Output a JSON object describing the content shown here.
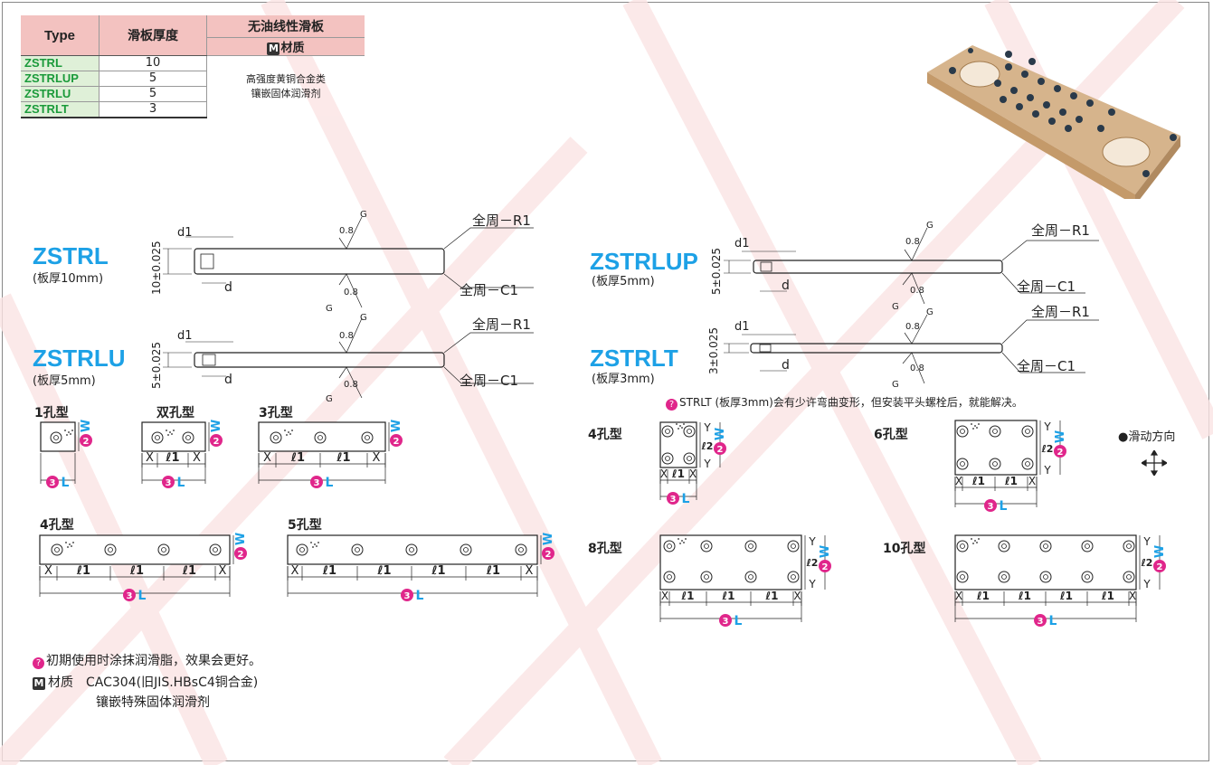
{
  "spec_table": {
    "headers": {
      "type": "Type",
      "thickness": "滑板厚度",
      "material_title": "无油线性滑板",
      "material_m": "M",
      "material_sub": "材质"
    },
    "rows": [
      {
        "type": "ZSTRL",
        "thickness": "10"
      },
      {
        "type": "ZSTRLUP",
        "thickness": "5"
      },
      {
        "type": "ZSTRLU",
        "thickness": "5"
      },
      {
        "type": "ZSTRLT",
        "thickness": "3"
      }
    ],
    "material_line1": "高强度黄铜合金类",
    "material_line2": "镶嵌固体润滑剂"
  },
  "models": [
    {
      "name": "ZSTRL",
      "thickness": "(板厚10mm)",
      "tol": "10±0.025"
    },
    {
      "name": "ZSTRLU",
      "thickness": "(板厚5mm)",
      "tol": "5±0.025"
    },
    {
      "name": "ZSTRLUP",
      "thickness": "(板厚5mm)",
      "tol": "5±0.025"
    },
    {
      "name": "ZSTRLT",
      "thickness": "(板厚3mm)",
      "tol": "3±0.025"
    }
  ],
  "profile_labels": {
    "d1": "d1",
    "d": "d",
    "g": "G",
    "rough": "0.8",
    "r1": "全周－R1",
    "c1": "全周－C1"
  },
  "hole_types": {
    "one": "1孔型",
    "two": "双孔型",
    "three": "3孔型",
    "four": "4孔型",
    "five": "5孔型",
    "four_b": "4孔型",
    "six": "6孔型",
    "eight": "8孔型",
    "ten": "10孔型"
  },
  "dim_labels": {
    "x": "X",
    "y": "Y",
    "l1": "ℓ1",
    "l2": "ℓ2",
    "num2": "2",
    "num3": "3",
    "w": "W",
    "l": "L"
  },
  "slide_direction": "●滑动方向",
  "strlt_note": "STRLT (板厚3mm)会有少许弯曲变形，但安装平头螺栓后，就能解决。",
  "bottom_note": "初期使用时涂抹润滑脂，效果会更好。",
  "material_label": "材质",
  "material_line1": "CAC304(旧JIS.HBsC4铜合金)",
  "material_line2": "镶嵌特殊固体润滑剂",
  "colors": {
    "accent": "#1da1e6",
    "badge": "#e0268b",
    "type_green": "#1a9a3a",
    "header_pink": "#f3c2c0",
    "bronze": "#d6b48c"
  }
}
